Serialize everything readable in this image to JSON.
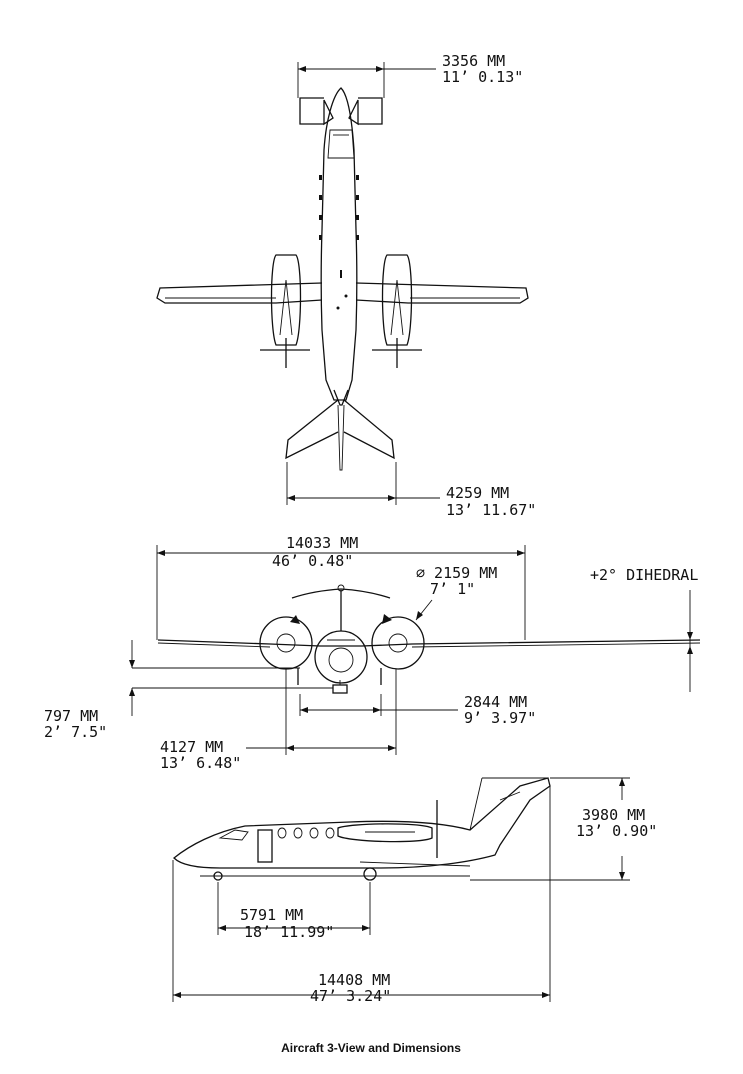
{
  "caption": "Aircraft 3-View and Dimensions",
  "top_view": {
    "tail_span": {
      "mm": "3356 MM",
      "ftin": "11’ 0.13\""
    },
    "stabilizer_span": {
      "mm": "4259 MM",
      "ftin": "13’ 11.67\""
    }
  },
  "front_view": {
    "wing_span": {
      "mm": "14033 MM",
      "ftin": "46’ 0.48\""
    },
    "prop_diameter": {
      "mm": "⌀ 2159 MM",
      "ftin": "7’ 1\""
    },
    "dihedral": "+2° DIHEDRAL",
    "main_gear_track": {
      "mm": "2844 MM",
      "ftin": "9’ 3.97\""
    },
    "ground_clearance": {
      "mm": "797 MM",
      "ftin": "2’ 7.5\""
    },
    "engine_spacing": {
      "mm": "4127 MM",
      "ftin": "13’ 6.48\""
    }
  },
  "side_view": {
    "height": {
      "mm": "3980 MM",
      "ftin": "13’ 0.90\""
    },
    "wheelbase": {
      "mm": "5791 MM",
      "ftin": "18’ 11.99\""
    },
    "length": {
      "mm": "14408 MM",
      "ftin": "47’ 3.24\""
    }
  }
}
